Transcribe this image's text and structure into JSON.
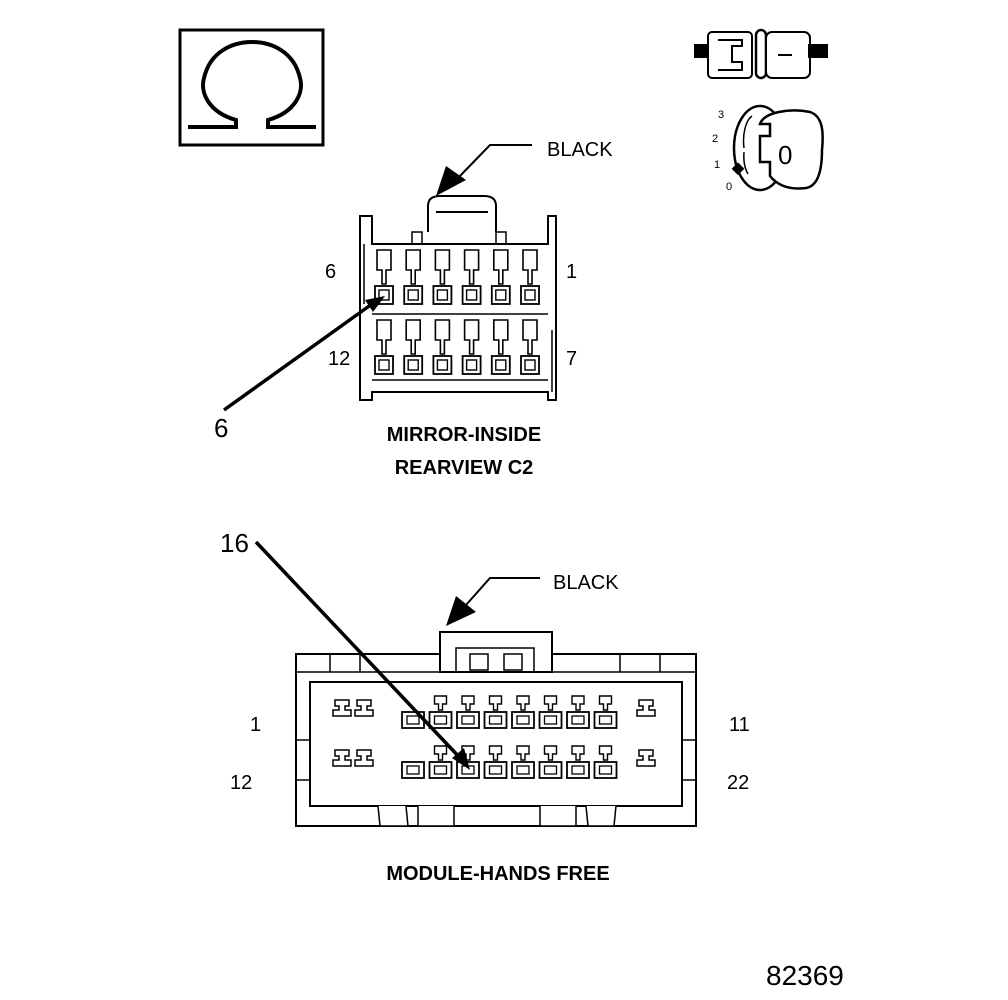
{
  "icons": {
    "ohmmeter": "ohmmeter-symbol-icon",
    "connector_disconnect": "connector-disconnect-icon",
    "ignition_key": "ignition-key-icon"
  },
  "ignition": {
    "positions": [
      "3",
      "2",
      "1",
      "0"
    ],
    "key_label": "0"
  },
  "top_connector": {
    "color_label": "BLACK",
    "pin_top_left": "6",
    "pin_top_right": "1",
    "pin_bottom_left": "12",
    "pin_bottom_right": "7",
    "probe_pin": "6",
    "name_line1": "MIRROR-INSIDE",
    "name_line2": "REARVIEW C2"
  },
  "bottom_connector": {
    "color_label": "BLACK",
    "probe_pin": "16",
    "pin_top_left": "1",
    "pin_top_right": "11",
    "pin_bottom_left": "12",
    "pin_bottom_right": "22",
    "name": "MODULE-HANDS FREE"
  },
  "figure_number": "82369"
}
